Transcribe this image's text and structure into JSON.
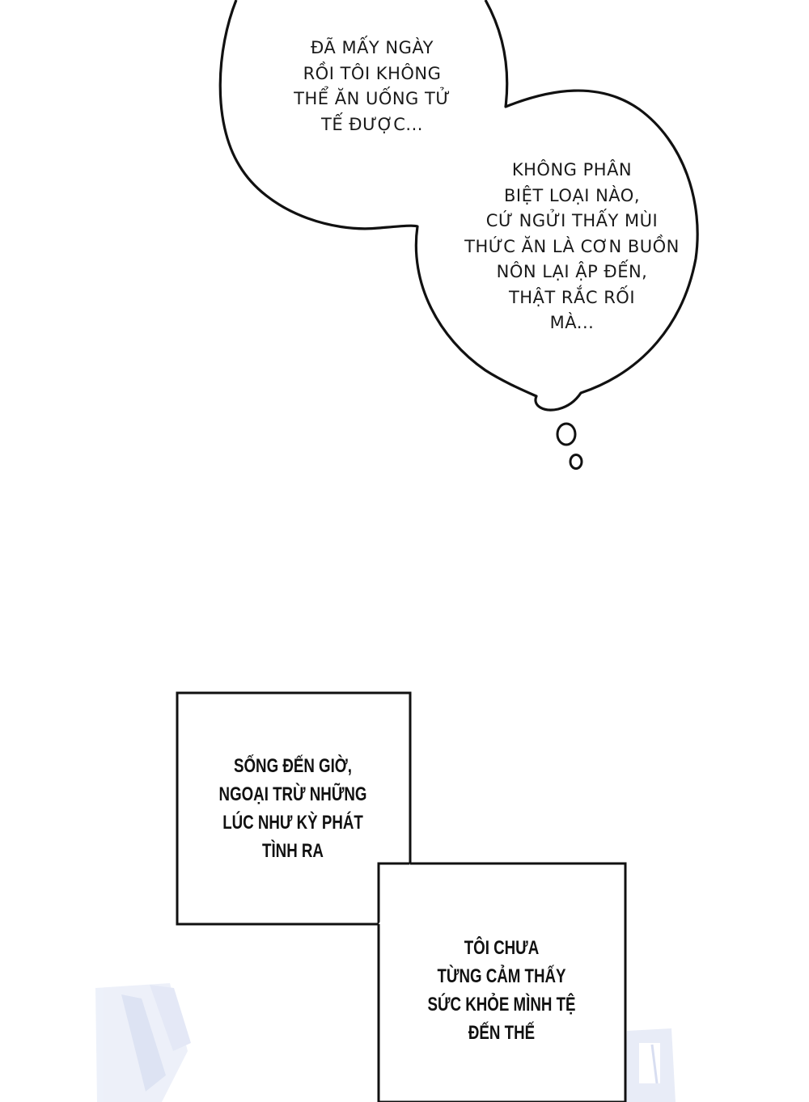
{
  "thought_bubbles": [
    {
      "lines": [
        "ĐÃ MẤY NGÀY",
        "RỒI TÔI KHÔNG",
        "THỂ ĂN UỐNG TỬ",
        "TẾ ĐƯỢC..."
      ]
    },
    {
      "lines": [
        "KHÔNG PHÂN",
        "BIỆT LOẠI NÀO,",
        "CỨ NGỬI THẤY MÙI",
        "THỨC ĂN LÀ CƠN BUỒN",
        "NÔN LẠI ẬP ĐẾN,",
        "THẬT RẮC RỐI",
        "MÀ..."
      ]
    }
  ],
  "caption_boxes": [
    {
      "lines": [
        "SỐNG ĐẾN GIỜ,",
        "NGOẠI TRỪ NHỮNG",
        "LÚC NHƯ KỲ PHÁT",
        "TÌNH RA"
      ]
    },
    {
      "lines": [
        "TÔI CHƯA",
        "TỪNG CẢM THẤY",
        "SỨC KHỎE MÌNH TỆ",
        "ĐẾN THẾ"
      ]
    }
  ],
  "colors": {
    "ink": "#111111",
    "paper": "#ffffff",
    "faded_art": "#c9d2ee"
  }
}
